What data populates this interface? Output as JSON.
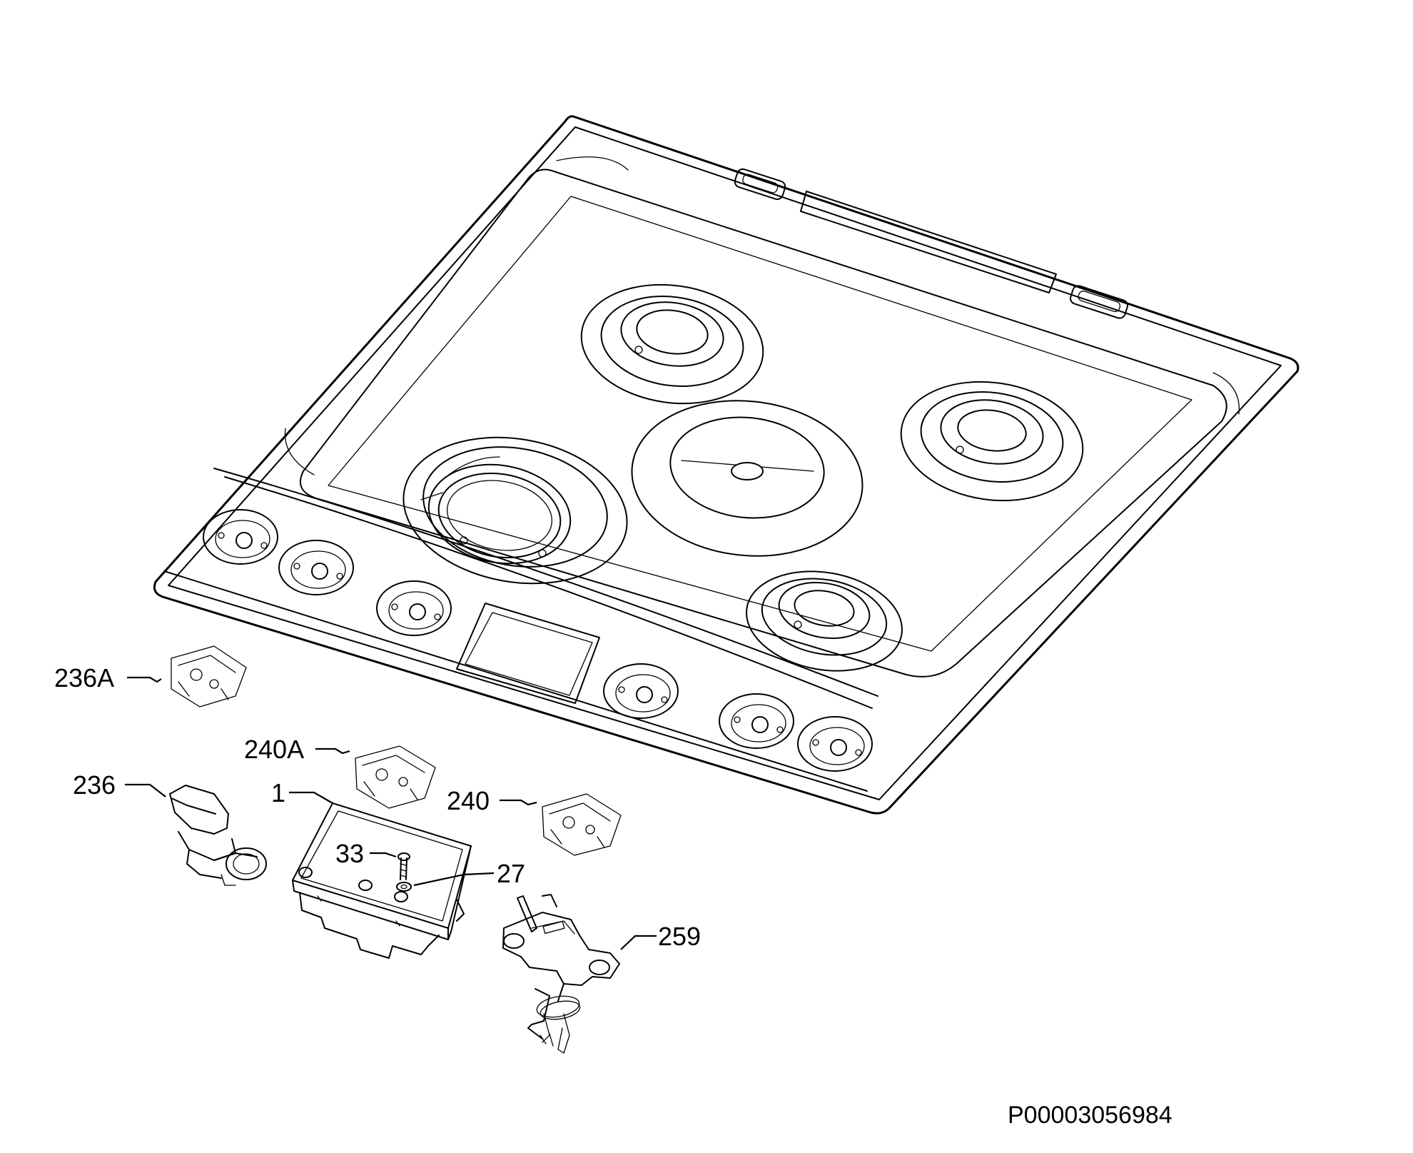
{
  "labels": {
    "p236A": "236A",
    "p240A": "240A",
    "p236": "236",
    "p1": "1",
    "p240": "240",
    "p33": "33",
    "p27": "27",
    "p259": "259"
  },
  "document_id": "P00003056984",
  "colors": {
    "line": "#000000",
    "background": "#ffffff"
  }
}
